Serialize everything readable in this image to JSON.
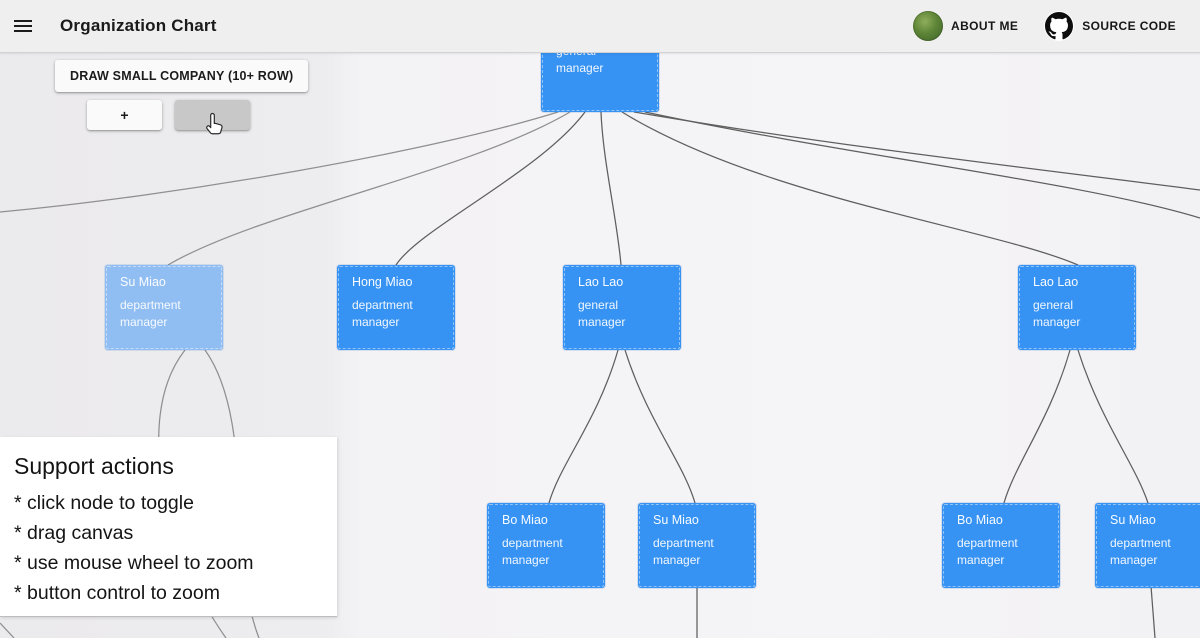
{
  "header": {
    "title": "Organization Chart",
    "about_label": "ABOUT ME",
    "source_label": "SOURCE CODE"
  },
  "controls": {
    "draw_button": "DRAW SMALL COMPANY (10+ ROW)",
    "zoom_in": "+",
    "zoom_out": "-"
  },
  "support_panel": {
    "title": "Support actions",
    "items": [
      "* click node to toggle",
      "* drag canvas",
      "* use mouse wheel to zoom",
      "* button control to zoom"
    ]
  },
  "nodes": [
    {
      "name": "",
      "role": "general manager",
      "variant": "blue"
    },
    {
      "name": "Su Miao",
      "role": "department manager",
      "variant": "light"
    },
    {
      "name": "Hong Miao",
      "role": "department manager",
      "variant": "blue"
    },
    {
      "name": "Lao Lao",
      "role": "general manager",
      "variant": "blue"
    },
    {
      "name": "Lao Lao",
      "role": "general manager",
      "variant": "blue"
    },
    {
      "name": "Bo Miao",
      "role": "department manager",
      "variant": "blue"
    },
    {
      "name": "Su Miao",
      "role": "department manager",
      "variant": "blue"
    },
    {
      "name": "Bo Miao",
      "role": "department manager",
      "variant": "blue"
    },
    {
      "name": "Su Miao",
      "role": "department manager",
      "variant": "blue"
    }
  ],
  "colors": {
    "node_blue": "#3793f3",
    "node_light_blue": "#90bdf2",
    "link_gray": "#5e5e5e",
    "header_bg": "#f0efef"
  }
}
